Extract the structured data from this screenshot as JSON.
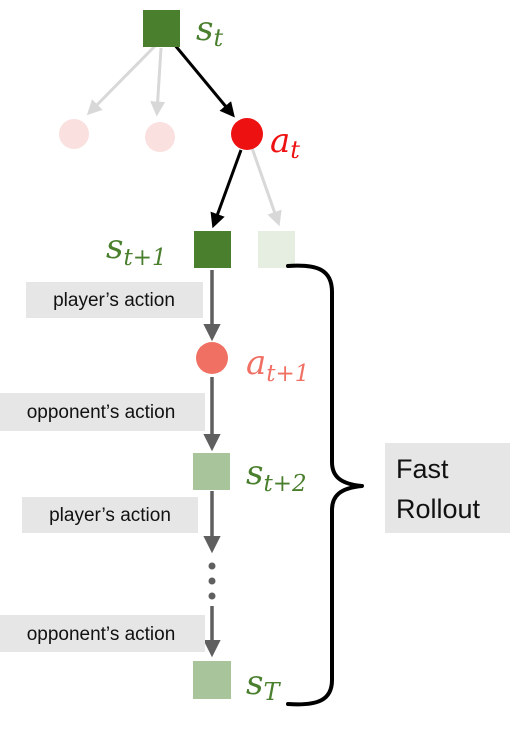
{
  "nodes": {
    "s_t": {
      "base": "s",
      "sub": "t"
    },
    "a_t": {
      "base": "a",
      "sub": "t"
    },
    "s_t1": {
      "base": "s",
      "sub": "t+1"
    },
    "a_t1": {
      "base": "a",
      "sub": "t+1"
    },
    "s_t2": {
      "base": "s",
      "sub": "t+2"
    },
    "s_T": {
      "base": "s",
      "sub": "T"
    }
  },
  "action_labels": {
    "player_1": "player’s action",
    "opponent_1": "opponent’s action",
    "player_2": "player’s action",
    "opponent_2": "opponent’s action"
  },
  "rollout_box": {
    "line1": "Fast",
    "line2": "Rollout"
  },
  "colors": {
    "state_dark": "#4a7f2e",
    "state_light": "#a8c49a",
    "state_faded": "#e6ede1",
    "action_red": "#ee1111",
    "action_salmon": "#f07064",
    "action_faded": "#fbe0e0",
    "label_gray": "#e6e6e6",
    "arrow_gray": "#5f5f5f",
    "arrow_faded": "#d8d8d8"
  }
}
